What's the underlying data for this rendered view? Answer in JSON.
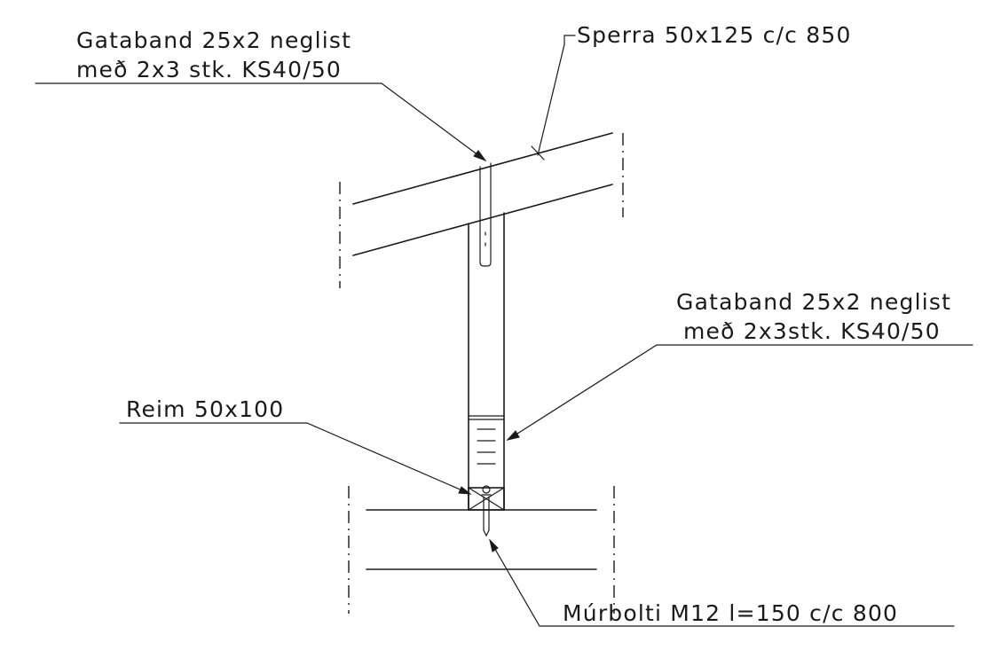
{
  "labels": {
    "gataband_top_line1": "Gataband 25x2 neglist",
    "gataband_top_line2": "með 2x3 stk. KS40/50",
    "sperra": "Sperra 50x125 c/c 850",
    "gataband_right_line1": "Gataband 25x2 neglist",
    "gataband_right_line2": "með 2x3stk. KS40/50",
    "reim": "Reim 50x100",
    "murbolti": "Múrbolti M12 l=150 c/c 800"
  }
}
